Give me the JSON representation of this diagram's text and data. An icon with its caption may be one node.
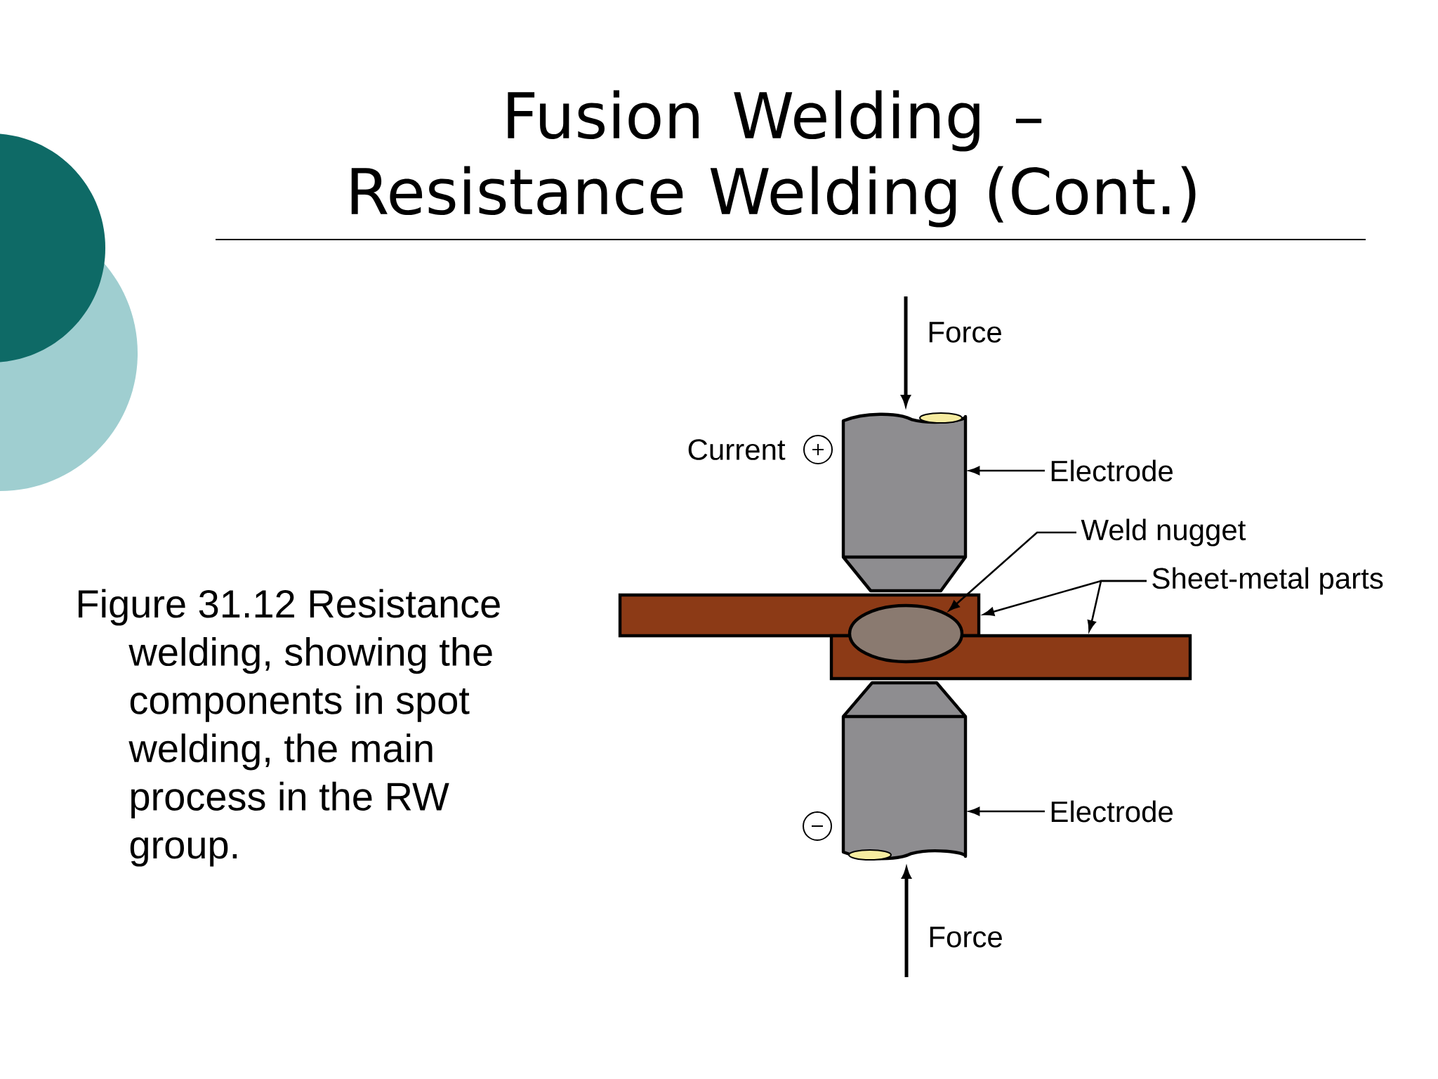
{
  "diagram": {
    "title": "Fusion Welding – Resistance Welding (Cont.)",
    "caption": "Figure 31.12 Resistance welding, showing the components in spot welding, the main process in the RW group.",
    "nodes": [
      {
        "text": [
          "Electrode"
        ]
      },
      {
        "text": [],
        "shape": "cylinder"
      },
      {
        "text": [
          "Weld nugget"
        ]
      },
      {
        "text": [],
        "shape": "ellipse"
      },
      {
        "text": [
          "Sheet-metal parts"
        ]
      },
      {
        "text": [],
        "shape": "bar"
      },
      {
        "text": [],
        "shape": "bar"
      },
      {
        "text": [],
        "shape": "cylinder"
      },
      {
        "text": [
          "Electrode"
        ]
      }
    ],
    "edges": [
      {
        "from": 0,
        "to": 1,
        "arrow": "to"
      },
      {
        "from": 2,
        "to": 3,
        "arrow": "to"
      },
      {
        "from": 4,
        "to": 5,
        "arrow": "to"
      },
      {
        "from": 4,
        "to": 6,
        "arrow": "to"
      },
      {
        "from": 8,
        "to": 7,
        "arrow": "to"
      }
    ],
    "labels": [
      "Force",
      "Current",
      "Force"
    ]
  }
}
